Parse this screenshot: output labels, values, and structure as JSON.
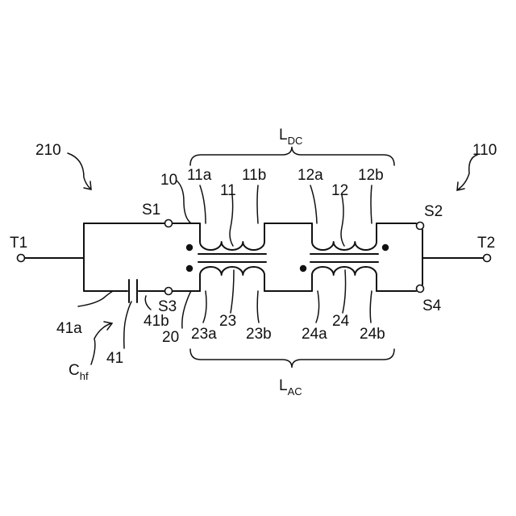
{
  "labels": {
    "ref_210": "210",
    "ref_110": "110",
    "T1": "T1",
    "T2": "T2",
    "S1": "S1",
    "S2": "S2",
    "S3": "S3",
    "S4": "S4",
    "ref_10": "10",
    "ref_20": "20",
    "w11a": "11a",
    "w11": "11",
    "w11b": "11b",
    "w12a": "12a",
    "w12": "12",
    "w12b": "12b",
    "w23a": "23a",
    "w23": "23",
    "w23b": "23b",
    "w24a": "24a",
    "w24": "24",
    "w24b": "24b",
    "c41a": "41a",
    "c41": "41",
    "c41b": "41b",
    "L_DC_main": "L",
    "L_DC_sub": "DC",
    "L_AC_main": "L",
    "L_AC_sub": "AC",
    "C_hf_main": "C",
    "C_hf_sub": "hf"
  }
}
